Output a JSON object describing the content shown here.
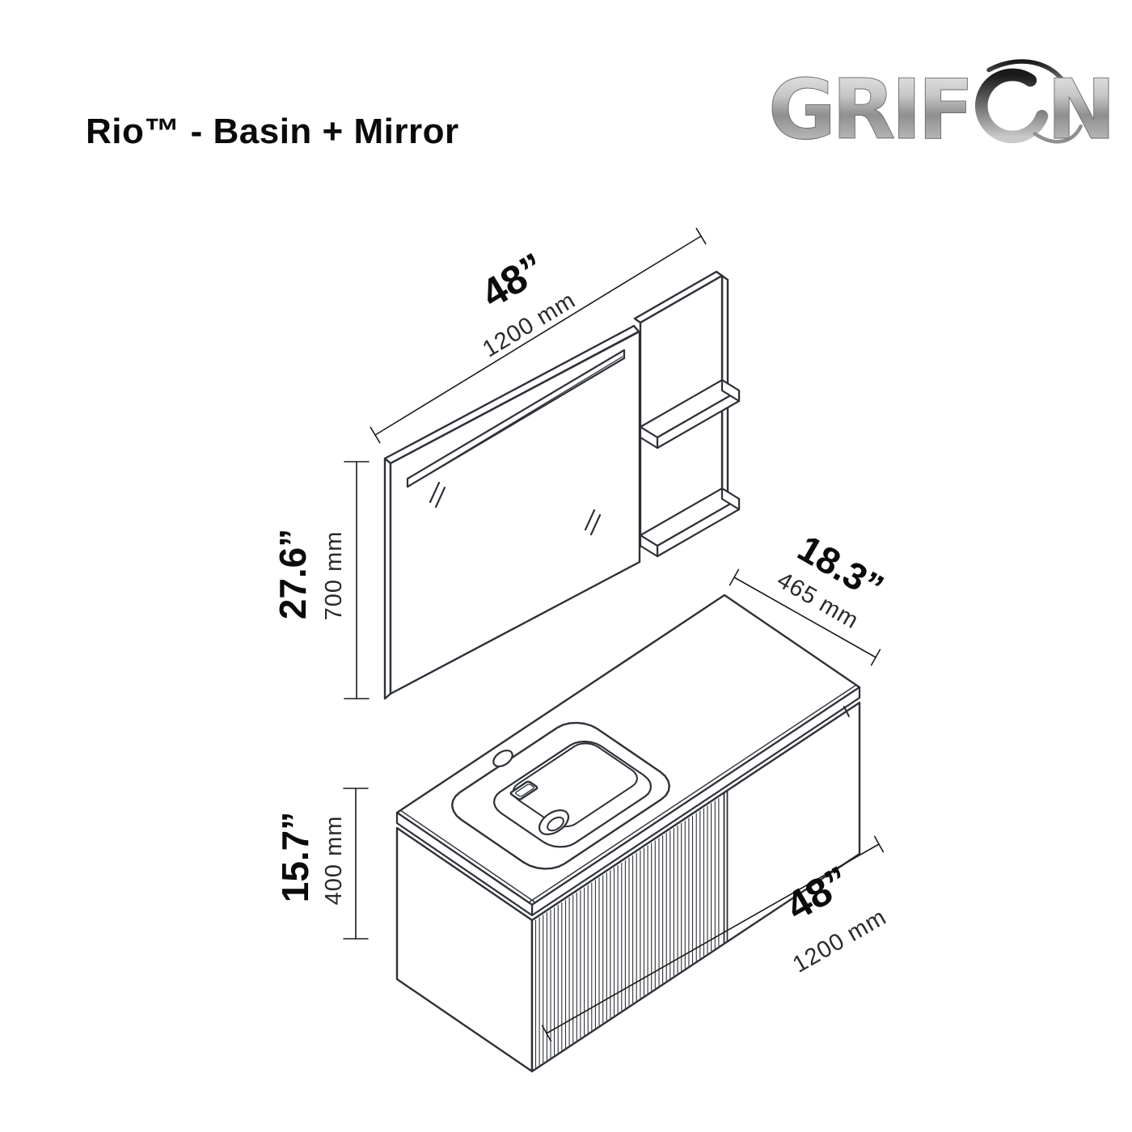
{
  "header": {
    "title": "Rio™ - Basin + Mirror",
    "brand": "GRIFON",
    "brand_part1": "GRIF",
    "brand_part2": "N"
  },
  "dimensions": {
    "mirror_width": {
      "inches": "48”",
      "metric": "1200 mm"
    },
    "mirror_height": {
      "inches": "27.6”",
      "metric": "700 mm"
    },
    "cabinet_depth": {
      "inches": "18.3”",
      "metric": "465 mm"
    },
    "cabinet_height": {
      "inches": "15.7”",
      "metric": "400 mm"
    },
    "cabinet_width": {
      "inches": "48”",
      "metric": "1200 mm"
    }
  },
  "colors": {
    "drawing_line": "#2d3137",
    "dimension_line": "#1b1b1b",
    "text": "#0a0a0a",
    "logo_silver": "#b9b9b9",
    "background": "#ffffff"
  }
}
